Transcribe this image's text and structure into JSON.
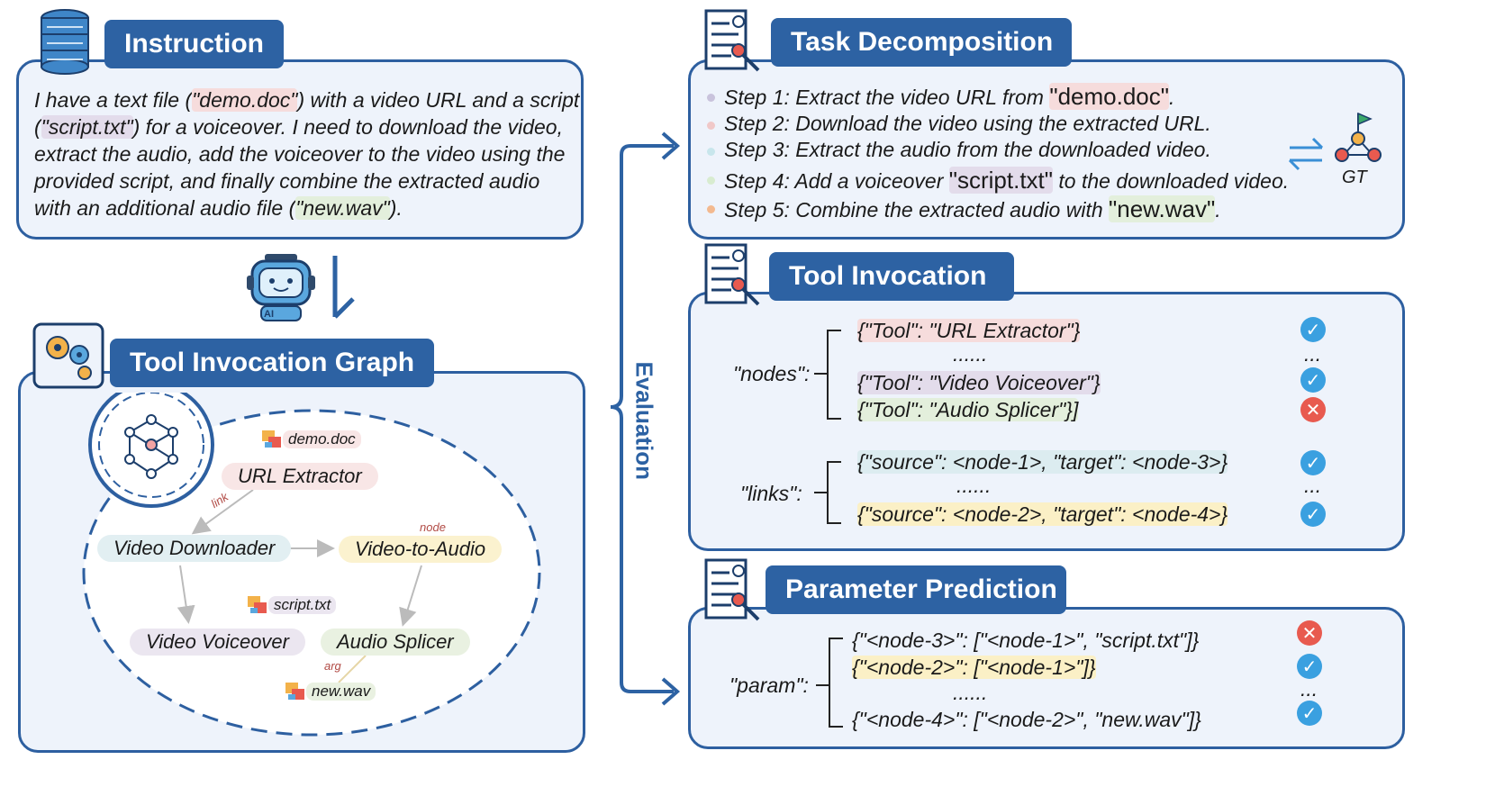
{
  "instruction": {
    "title": "Instruction",
    "lines": [
      [
        "I have a text file (",
        "\"demo.doc\"",
        ") with a video URL and a script"
      ],
      [
        "(",
        "\"script.txt\"",
        ") for a voiceover. I need to download the video,"
      ],
      [
        "extract the audio, add the voiceover to the video using the"
      ],
      [
        "provided script, and finally combine the extracted audio"
      ],
      [
        "with an additional audio file (",
        "\"new.wav\"",
        ")."
      ]
    ]
  },
  "graph": {
    "title": "Tool Invocation Graph",
    "nodes": [
      "URL Extractor",
      "Video Downloader",
      "Video-to-Audio",
      "Video Voiceover",
      "Audio Splicer"
    ],
    "files": [
      "demo.doc",
      "script.txt",
      "new.wav"
    ],
    "labels": {
      "link": "link",
      "node": "node",
      "arg": "arg"
    }
  },
  "ai_label": "AI",
  "evaluation_label": "Evaluation",
  "task": {
    "title": "Task Decomposition",
    "steps": [
      {
        "pre": "Step 1: Extract the video URL from ",
        "hl": "\"demo.doc\"",
        "post": ".",
        "color": "#c9c3dc"
      },
      {
        "pre": "Step 2: Download the video using the extracted URL.",
        "hl": "",
        "post": "",
        "color": "#f0c8c8"
      },
      {
        "pre": "Step 3: Extract the audio from the downloaded video.",
        "hl": "",
        "post": "",
        "color": "#c8e6ec"
      },
      {
        "pre": "Step 4: Add a voiceover ",
        "hl": "\"script.txt\"",
        "post": " to the downloaded video.",
        "color": "#d8ecd0"
      },
      {
        "pre": "Step 5: Combine the extracted audio with ",
        "hl": "\"new.wav\"",
        "post": ".",
        "color": "#f3b98f"
      }
    ],
    "gt_label": "GT"
  },
  "tool": {
    "title": "Tool Invocation",
    "nodes_label": "\"nodes\":",
    "nodes": [
      "{\"Tool\": \"URL Extractor\"}",
      "......",
      "{\"Tool\": \"Video Voiceover\"}",
      "{\"Tool\": \"Audio Splicer\"}]"
    ],
    "links_label": "\"links\":",
    "links": [
      "{\"source\": <node-1>, \"target\": <node-3>}",
      "......",
      "{\"source\": <node-2>, \"target\": <node-4>}"
    ],
    "dots": "..."
  },
  "param": {
    "title": "Parameter Prediction",
    "label": "\"param\":",
    "rows": [
      "{\"<node-3>\": [\"<node-1>\", \"script.txt\"]}",
      "{\"<node-2>\": [\"<node-1>\"]}",
      "......",
      "{\"<node-4>\": [\"<node-2>\", \"new.wav\"]}"
    ],
    "dots": "..."
  },
  "colors": {
    "accent": "#2d62a3",
    "panel": "#eef3fb",
    "ok": "#3aa0e0",
    "bad": "#e85a4f"
  }
}
